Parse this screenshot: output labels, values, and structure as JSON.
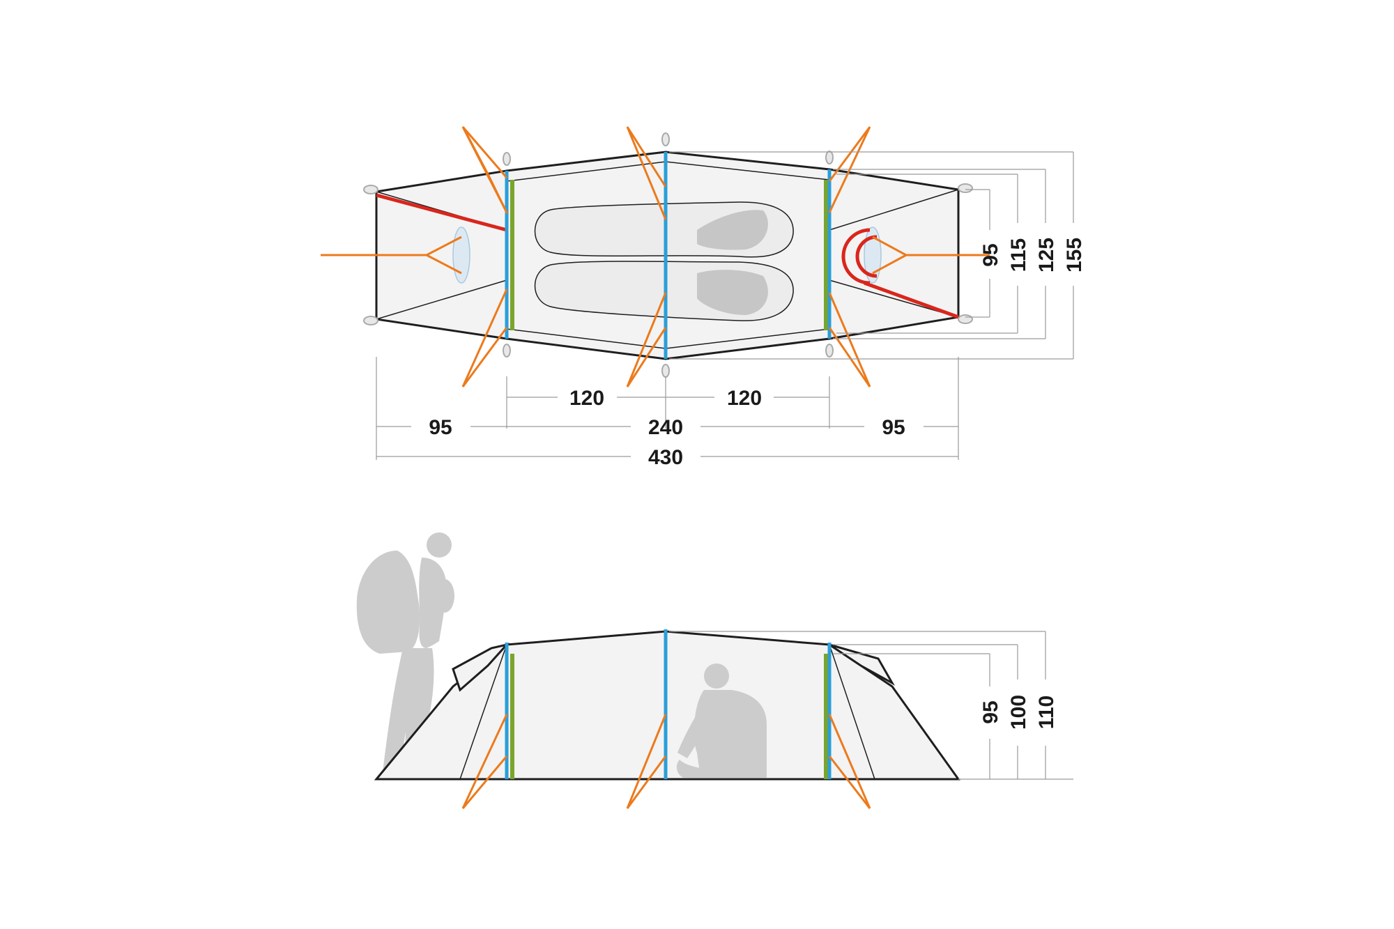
{
  "top_view": {
    "lengths": {
      "left_vestibule": "95",
      "inner_half_left": "120",
      "inner_total": "240",
      "inner_half_right": "120",
      "right_vestibule": "95",
      "overall": "430"
    },
    "widths": {
      "end": "95",
      "inner_end": "115",
      "hoop": "125",
      "center": "155"
    }
  },
  "side_view": {
    "heights": {
      "end_hoop": "95",
      "shoulder": "100",
      "center": "110"
    }
  },
  "colors": {
    "outline": "#1e1e1e",
    "guy_line": "#ec7a1c",
    "pole_blue": "#2a9fd8",
    "pole_green": "#7aa52c",
    "pole_red": "#d9261c",
    "fill": "#f3f3f3",
    "silhouette": "#cccccc"
  },
  "icons": {
    "person_standing": "backpacker-silhouette",
    "person_sitting": "seated-person-silhouette"
  }
}
